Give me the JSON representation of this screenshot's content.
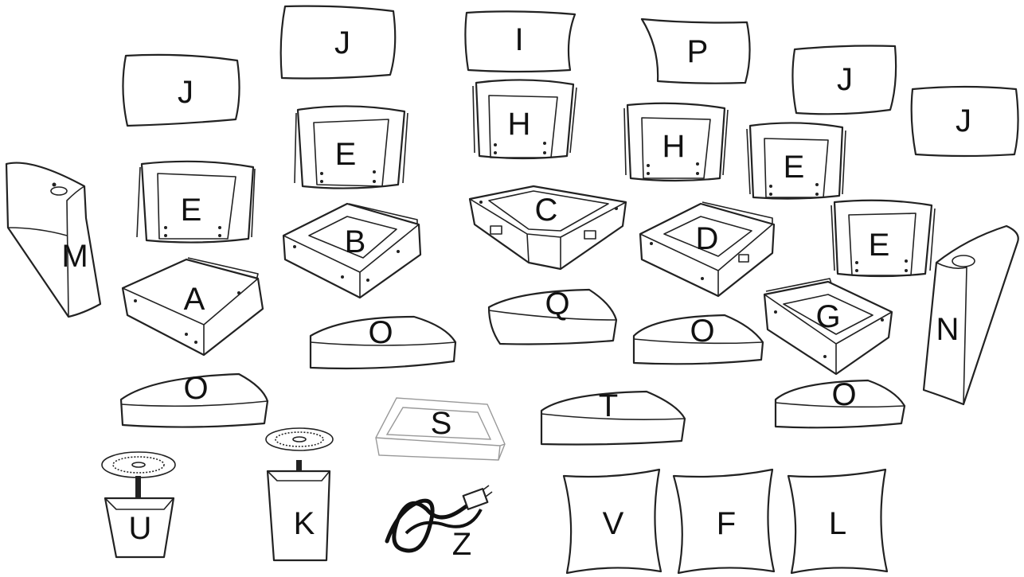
{
  "parts": [
    {
      "id": "part-a",
      "label": "A",
      "kind": "frame-box"
    },
    {
      "id": "part-b",
      "label": "B",
      "kind": "frame-box"
    },
    {
      "id": "part-c",
      "label": "C",
      "kind": "corner-frame"
    },
    {
      "id": "part-d",
      "label": "D",
      "kind": "frame-box"
    },
    {
      "id": "part-e1",
      "label": "E",
      "kind": "backrest"
    },
    {
      "id": "part-e2",
      "label": "E",
      "kind": "backrest"
    },
    {
      "id": "part-e3",
      "label": "E",
      "kind": "backrest"
    },
    {
      "id": "part-e4",
      "label": "E",
      "kind": "backrest"
    },
    {
      "id": "part-f",
      "label": "F",
      "kind": "pillow"
    },
    {
      "id": "part-g",
      "label": "G",
      "kind": "frame-box"
    },
    {
      "id": "part-h1",
      "label": "H",
      "kind": "backrest"
    },
    {
      "id": "part-h2",
      "label": "H",
      "kind": "backrest"
    },
    {
      "id": "part-i",
      "label": "I",
      "kind": "back-cushion"
    },
    {
      "id": "part-j1",
      "label": "J",
      "kind": "back-cushion"
    },
    {
      "id": "part-j2",
      "label": "J",
      "kind": "back-cushion"
    },
    {
      "id": "part-j3",
      "label": "J",
      "kind": "back-cushion"
    },
    {
      "id": "part-j4",
      "label": "J",
      "kind": "back-cushion"
    },
    {
      "id": "part-k",
      "label": "K",
      "kind": "leg-tall"
    },
    {
      "id": "part-l",
      "label": "L",
      "kind": "pillow"
    },
    {
      "id": "part-m",
      "label": "M",
      "kind": "armrest"
    },
    {
      "id": "part-n",
      "label": "N",
      "kind": "armrest"
    },
    {
      "id": "part-o1",
      "label": "O",
      "kind": "seat-cushion"
    },
    {
      "id": "part-o2",
      "label": "O",
      "kind": "seat-cushion"
    },
    {
      "id": "part-o3",
      "label": "O",
      "kind": "seat-cushion"
    },
    {
      "id": "part-o4",
      "label": "O",
      "kind": "seat-cushion"
    },
    {
      "id": "part-p",
      "label": "P",
      "kind": "back-cushion"
    },
    {
      "id": "part-q",
      "label": "Q",
      "kind": "seat-cushion"
    },
    {
      "id": "part-s",
      "label": "S",
      "kind": "panel"
    },
    {
      "id": "part-t",
      "label": "T",
      "kind": "seat-cushion"
    },
    {
      "id": "part-u",
      "label": "U",
      "kind": "leg-short"
    },
    {
      "id": "part-v",
      "label": "V",
      "kind": "pillow"
    },
    {
      "id": "part-z",
      "label": "Z",
      "kind": "power-adapter"
    }
  ]
}
